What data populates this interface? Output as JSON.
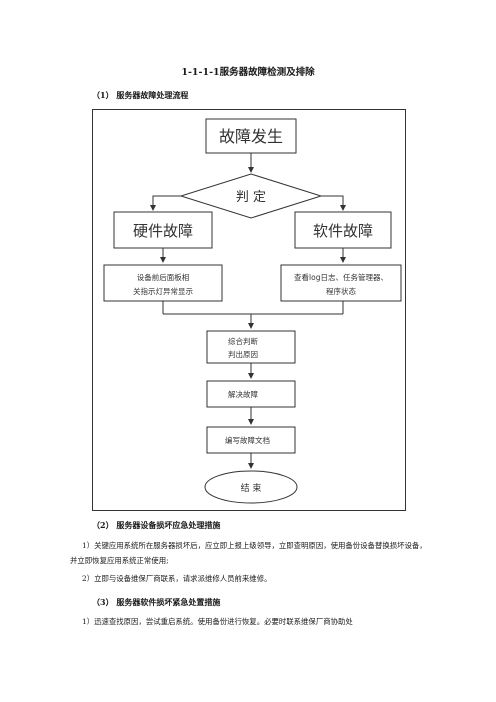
{
  "document": {
    "title": "1-1-1-1服务器故障检测及排除",
    "sections": [
      {
        "heading": "（1）  服务器故障处理流程"
      },
      {
        "heading": "（2）  服务器设备损坏应急处理措施",
        "paragraphs": [
          "1）关键应用系统所在服务器损坏后，应立即上报上级领导，立即查明原因，使用备份设备替换损坏设备，并立即恢复应用系统正常使用;",
          "2）立即与设备维保厂商联系，请求派维修人员前来维修。"
        ]
      },
      {
        "heading": "（3）  服务器软件损坏紧急处置措施",
        "paragraphs": [
          "1）迅速查找原因，尝试重启系统。使用备份进行恢复。必要时联系维保厂商协助处"
        ]
      }
    ]
  },
  "flowchart": {
    "start": "故障发生",
    "decision": "判  定",
    "hardware": "硬件故障",
    "software": "软件故障",
    "hw_check_line1": "设备前后面板相",
    "hw_check_line2": "关指示灯异常显示",
    "sw_check_line1": "查看log日志、任务管理器、",
    "sw_check_line2": "程序状态",
    "analyze_line1": "综合判断",
    "analyze_line2": "判出原因",
    "resolve": "解决故障",
    "document_step": "编写故障文档",
    "end": "结  束"
  }
}
